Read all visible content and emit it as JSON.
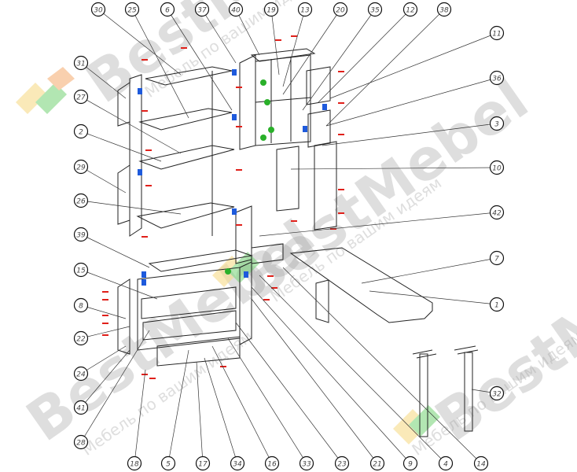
{
  "watermark": {
    "brand": "BestMebel",
    "slogan": "Мебель по вашим идеям"
  },
  "colors": {
    "line": "#222222",
    "fastener_red": "#e0201a",
    "fastener_blue": "#1e5adc",
    "fastener_green": "#2ab02a",
    "logo_orange": "#f6b27a",
    "logo_yellow": "#f7dc8a",
    "logo_green": "#7fd77f"
  },
  "callouts": {
    "top": [
      "30",
      "25",
      "6",
      "37",
      "40",
      "19",
      "13",
      "20",
      "35",
      "12",
      "38"
    ],
    "left": [
      "31",
      "27",
      "2",
      "29",
      "26",
      "39",
      "15",
      "8",
      "22",
      "24",
      "41",
      "28"
    ],
    "right": [
      "11",
      "36",
      "3",
      "10",
      "42",
      "7",
      "1",
      "32"
    ],
    "bottom": [
      "18",
      "5",
      "17",
      "34",
      "16",
      "33",
      "23",
      "21",
      "9",
      "4",
      "14"
    ]
  }
}
